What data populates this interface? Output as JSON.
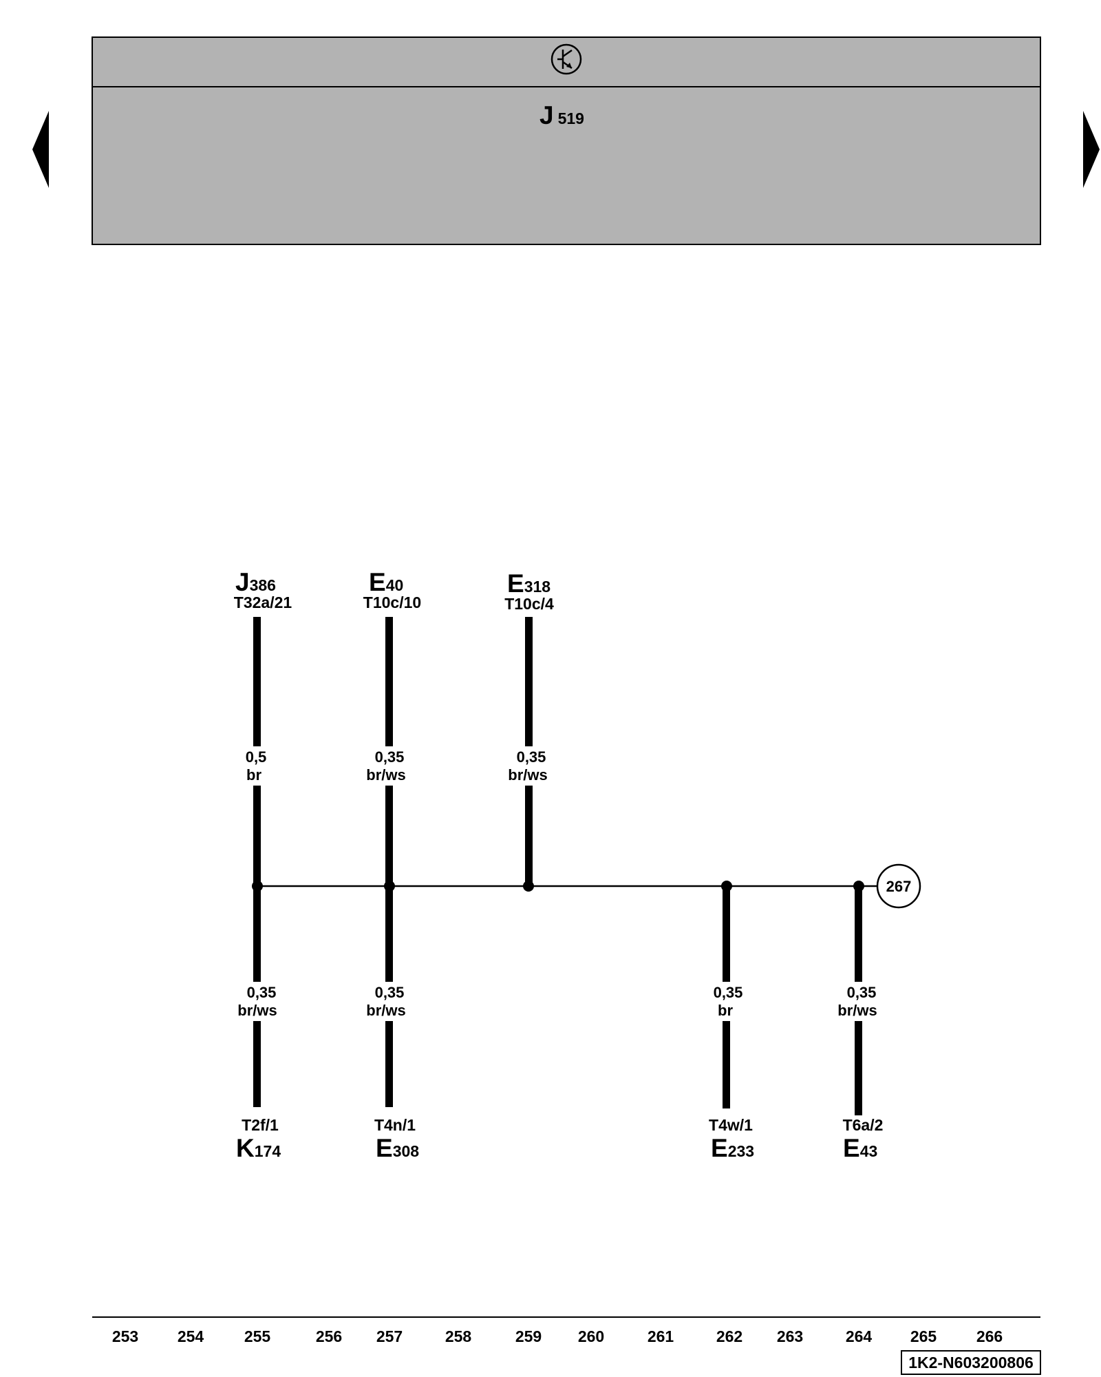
{
  "header": {
    "control_unit": {
      "prefix": "J",
      "number": "519"
    }
  },
  "wires": [
    {
      "top_component": {
        "prefix": "J",
        "number": "386"
      },
      "top_pin": "T32a/21",
      "top_size": "0,5",
      "top_color": "br",
      "bottom_size": "0,35",
      "bottom_color": "br/ws",
      "bottom_pin": "T2f/1",
      "bottom_component": {
        "prefix": "K",
        "number": "174"
      }
    },
    {
      "top_component": {
        "prefix": "E",
        "number": "40"
      },
      "top_pin": "T10c/10",
      "top_size": "0,35",
      "top_color": "br/ws",
      "bottom_size": "0,35",
      "bottom_color": "br/ws",
      "bottom_pin": "T4n/1",
      "bottom_component": {
        "prefix": "E",
        "number": "308"
      }
    },
    {
      "top_component": {
        "prefix": "E",
        "number": "318"
      },
      "top_pin": "T10c/4",
      "top_size": "0,35",
      "top_color": "br/ws"
    },
    {
      "bottom_size": "0,35",
      "bottom_color": "br",
      "bottom_pin": "T4w/1",
      "bottom_component": {
        "prefix": "E",
        "number": "233"
      }
    },
    {
      "bottom_size": "0,35",
      "bottom_color": "br/ws",
      "bottom_pin": "T6a/2",
      "bottom_component": {
        "prefix": "E",
        "number": "43"
      }
    }
  ],
  "continuation_ref": "267",
  "footer": {
    "columns": [
      "253",
      "254",
      "255",
      "256",
      "257",
      "258",
      "259",
      "260",
      "261",
      "262",
      "263",
      "264",
      "265",
      "266"
    ],
    "document_code": "1K2-N603200806"
  },
  "colors": {
    "header_fill": "#b3b3b3",
    "line": "#000000"
  },
  "icons": {
    "header_symbol": "transistor-symbol-icon",
    "prev": "prev-page-arrow-icon",
    "next": "next-page-arrow-icon"
  }
}
